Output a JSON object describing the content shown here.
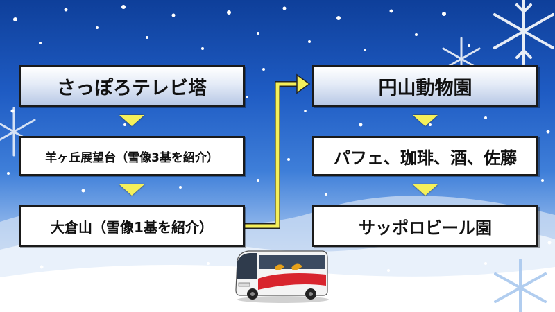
{
  "left_column": {
    "step1": "さっぽろテレビ塔",
    "step2": "羊ヶ丘展望台（雪像3基を紹介）",
    "step3": "大倉山（雪像1基を紹介）"
  },
  "right_column": {
    "step1": "円山動物園",
    "step2": "パフェ、珈琲、酒、佐藤",
    "step3": "サッポロビール園"
  },
  "colors": {
    "sky_top": "#0e3f9a",
    "arrow_yellow": "#f5f05a",
    "box_border": "#1a1a1a"
  },
  "icons": [
    "snowflake-icon",
    "bus-icon",
    "arrow-down-icon",
    "connector-arrow-icon"
  ]
}
